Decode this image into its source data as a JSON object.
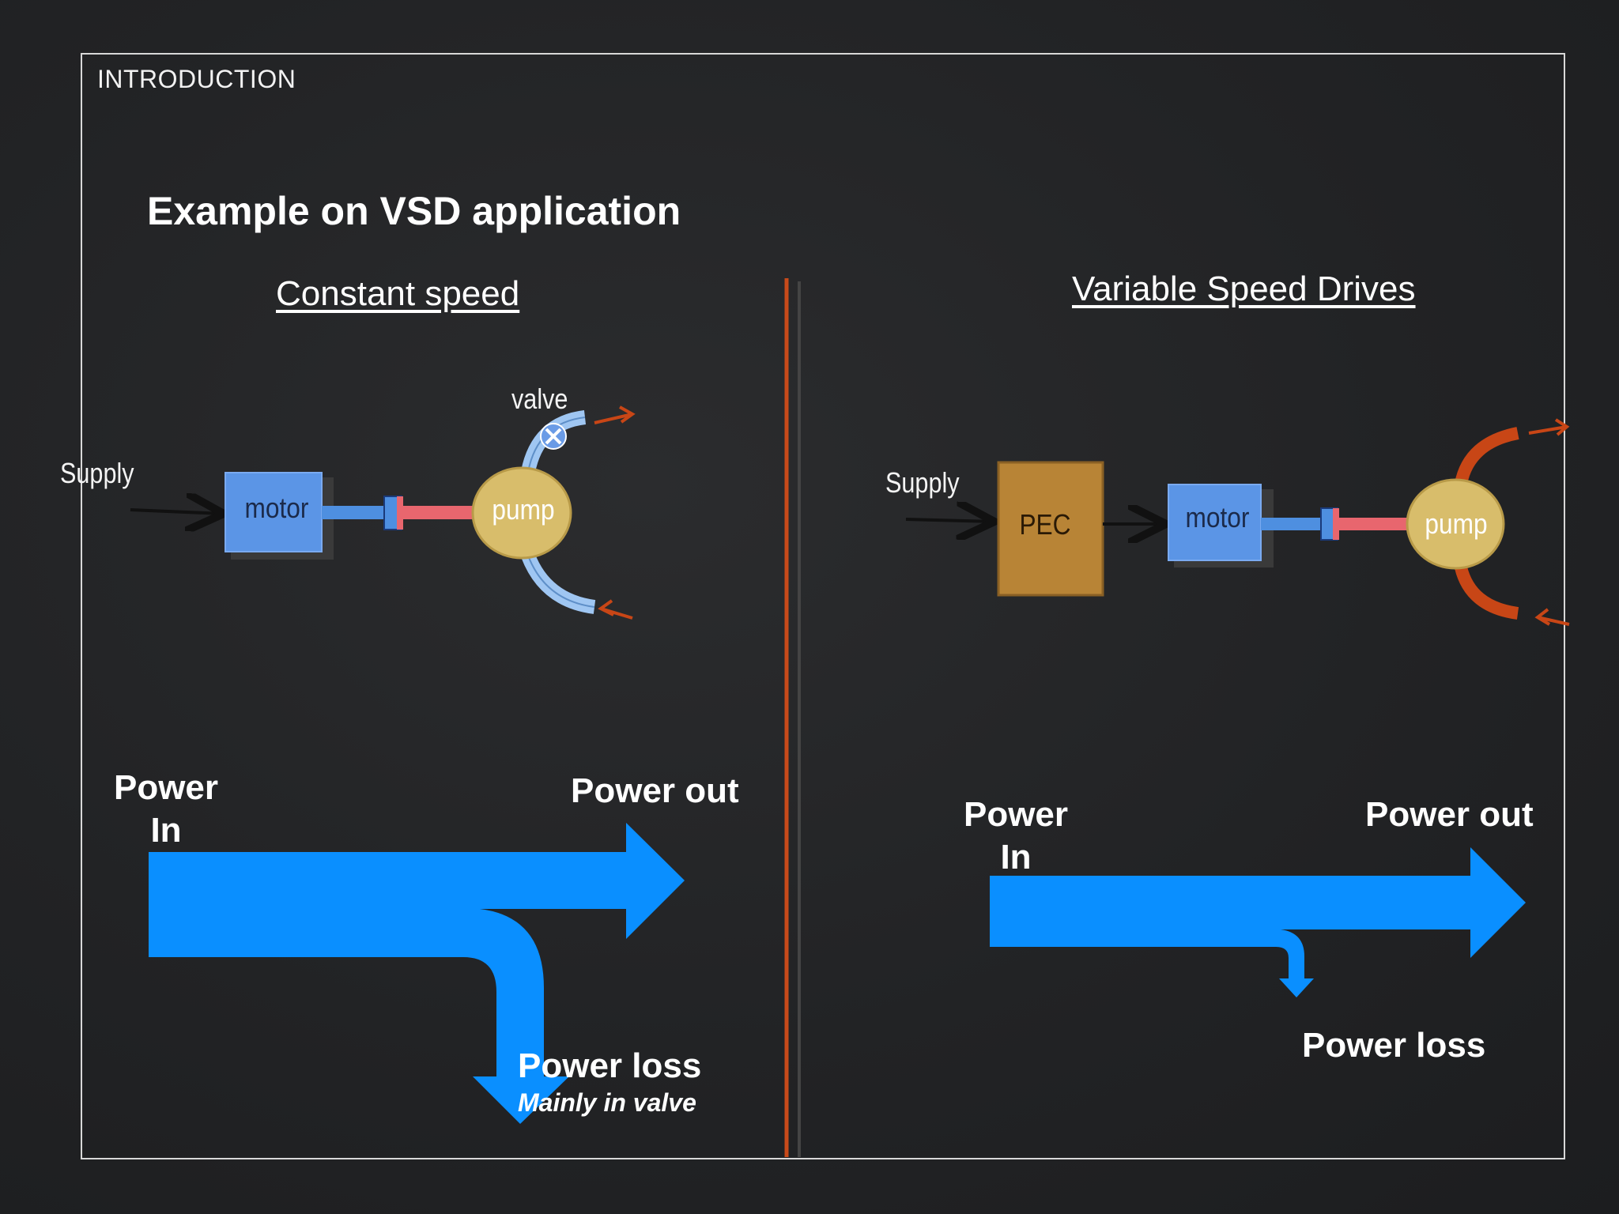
{
  "section_label": "INTRODUCTION",
  "title": "Example on VSD application",
  "left": {
    "heading": "Constant speed",
    "supply": "Supply",
    "motor": "motor",
    "pump": "pump",
    "valve": "valve",
    "power_in": "Power In",
    "power_out": "Power out",
    "power_loss": "Power loss",
    "loss_note": "Mainly in valve"
  },
  "right": {
    "heading": "Variable Speed Drives",
    "supply": "Supply",
    "pec": "PEC",
    "motor": "motor",
    "pump": "pump",
    "power_in": "Power In",
    "power_out": "Power out",
    "power_loss": "Power loss"
  },
  "colors": {
    "flow_arrow": "#0a8fff",
    "motor": "#5b95e6",
    "pump": "#d8bd6b",
    "pec": "#b88436",
    "shaft_blue": "#4e8fe0",
    "shaft_red": "#e8666e",
    "pipe_constant": "#9fc6f2",
    "pipe_vsd": "#c84616",
    "divider": "#c84a1a"
  }
}
